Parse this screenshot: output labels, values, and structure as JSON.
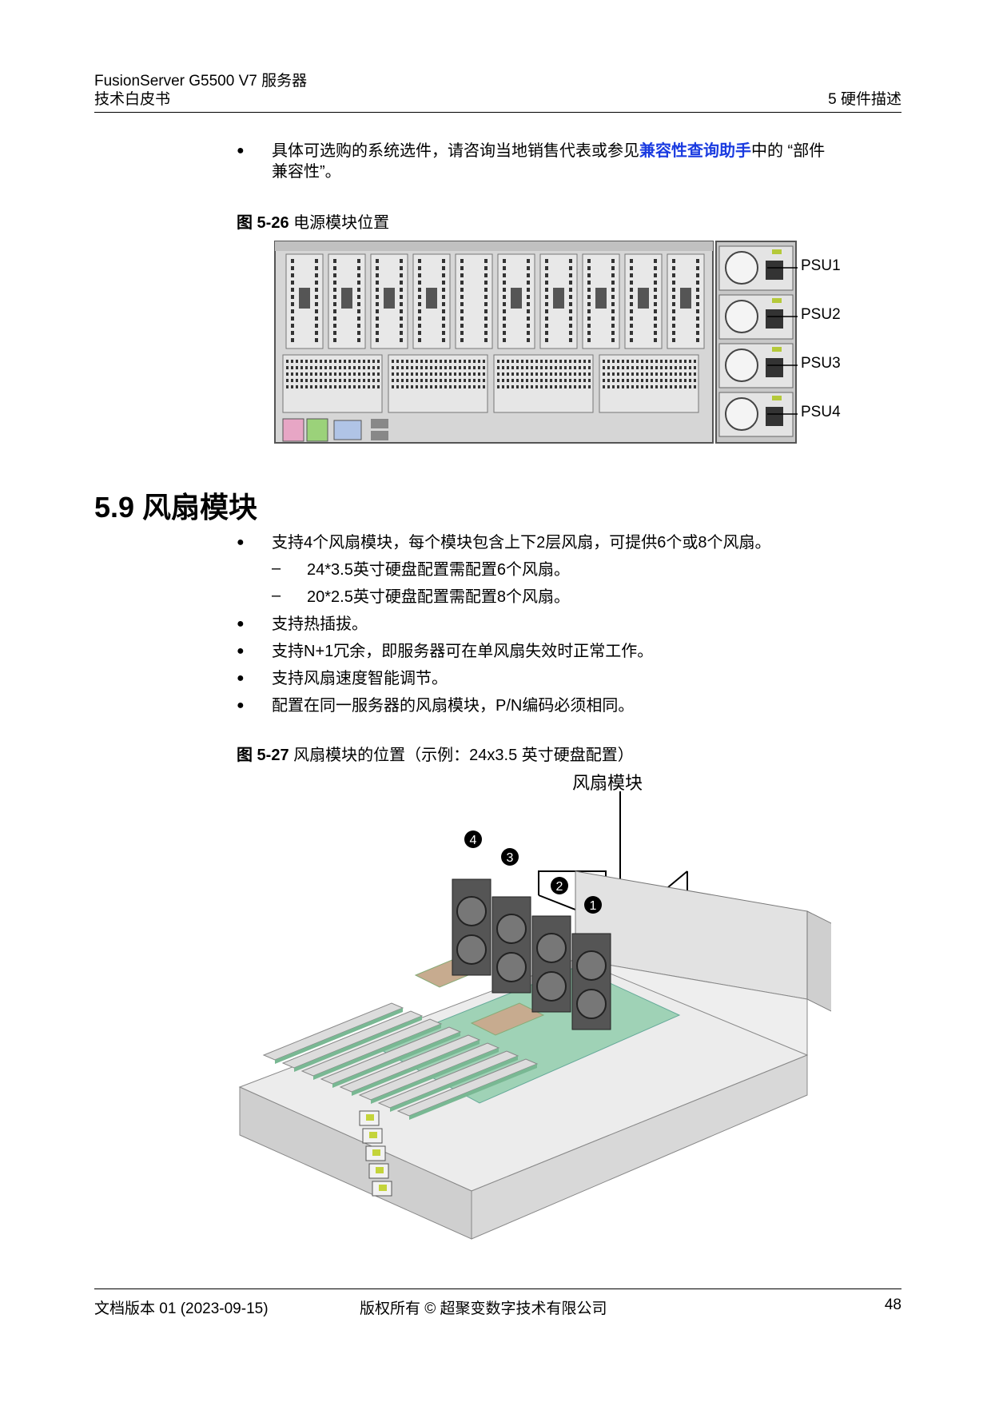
{
  "header": {
    "product": "FusionServer G5500 V7 服务器",
    "doc_type": "技术白皮书",
    "chapter": "5 硬件描述"
  },
  "intro": {
    "text_before": "具体可选购的系统选件，请咨询当地销售代表或参见",
    "link": "兼容性查询助手",
    "text_middle": "中的 “部件",
    "text_after": "兼容性”。"
  },
  "fig26": {
    "caption_num": "图 5-26",
    "caption_text": "电源模块位置",
    "labels": [
      "PSU1",
      "PSU2",
      "PSU3",
      "PSU4"
    ]
  },
  "section": {
    "title": "5.9 风扇模块"
  },
  "bullets": [
    "支持4个风扇模块，每个模块包含上下2层风扇，可提供6个或8个风扇。",
    "支持热插拔。",
    "支持N+1冗余，即服务器可在单风扇失效时正常工作。",
    "支持风扇速度智能调节。",
    "配置在同一服务器的风扇模块，P/N编码必须相同。"
  ],
  "subbullets": [
    "24*3.5英寸硬盘配置需配置6个风扇。",
    "20*2.5英寸硬盘配置需配置8个风扇。"
  ],
  "fig27": {
    "caption_num": "图 5-27",
    "caption_text": "风扇模块的位置（示例：24x3.5 英寸硬盘配置）",
    "label": "风扇模块",
    "numbers": [
      "4",
      "3",
      "2",
      "1"
    ]
  },
  "footer": {
    "version": "文档版本 01 (2023-09-15)",
    "copyright": "版权所有 © 超聚变数字技术有限公司",
    "page": "48"
  }
}
